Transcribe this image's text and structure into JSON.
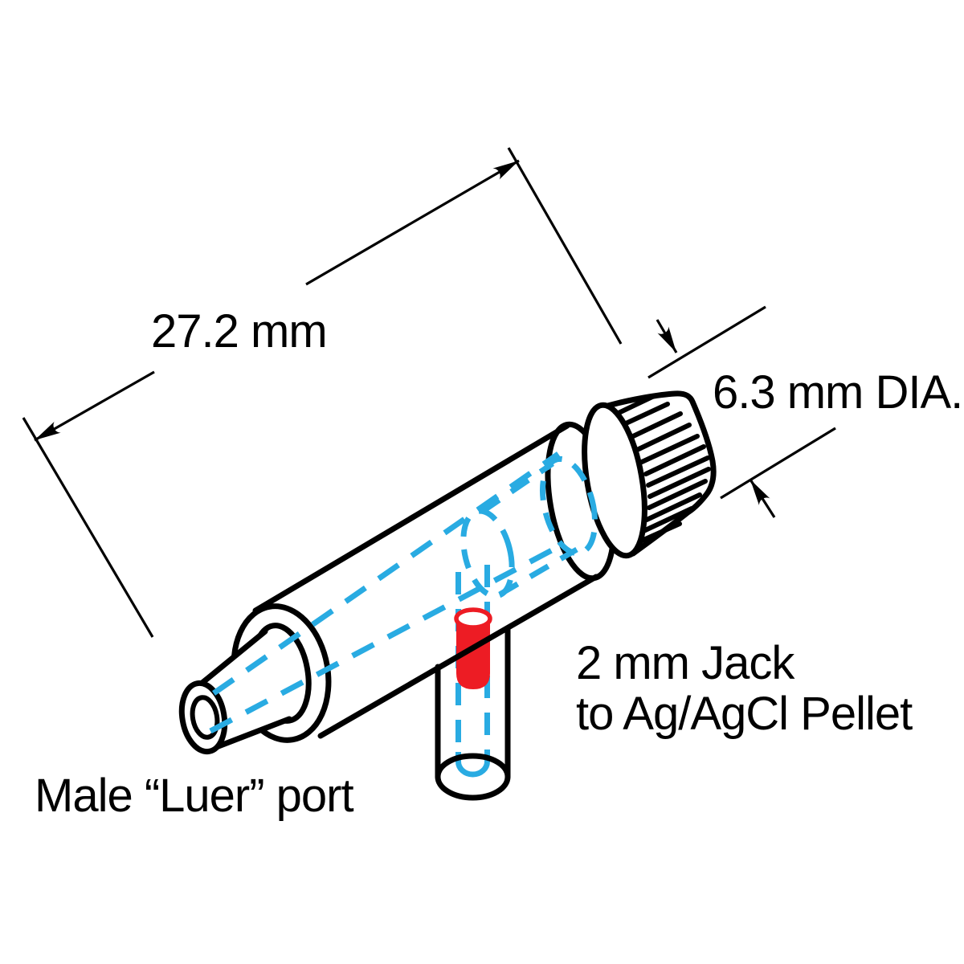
{
  "labels": {
    "length_dim": "27.2 mm",
    "dia_dim": "6.3 mm DIA.",
    "jack_line1": "2 mm Jack",
    "jack_line2": "to Ag/AgCl Pellet",
    "port": "Male “Luer” port"
  },
  "dimensions": {
    "body_length_mm": "27.2",
    "cap_diameter_mm": "6.3",
    "jack_size_mm": "2"
  },
  "colors": {
    "outline": "#000000",
    "hidden_line_blue": "#29ABE2",
    "pin_red": "#ED1C24",
    "background": "#FFFFFF"
  }
}
